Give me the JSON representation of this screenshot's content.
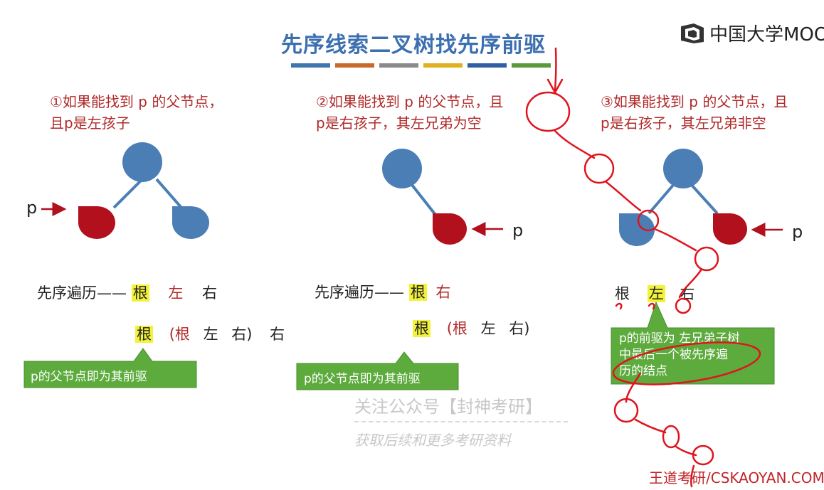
{
  "title": "先序线索二叉树找先序前驱",
  "title_bars": [
    "#3f76ad",
    "#c86a2a",
    "#8a8a8a",
    "#e0b020",
    "#2f5fa0",
    "#5a9a3a"
  ],
  "logo": {
    "icon": "mooc-logo-icon",
    "text": "中国大学MOOC"
  },
  "cases": [
    {
      "line1": "①如果能找到 p 的父节点，",
      "line2": "且p是左孩子",
      "pointer": "p",
      "trav_prefix": "先序遍历——",
      "trav_root": "根",
      "trav_left": "左",
      "trav_right": "右",
      "expand_root": "根",
      "expand_group": [
        "(根",
        "左",
        "右)"
      ],
      "expand_right": "右",
      "callout": "p的父节点即为其前驱"
    },
    {
      "line1": "②如果能找到 p 的父节点，且",
      "line2": "p是右孩子，其左兄弟为空",
      "pointer": "p",
      "trav_prefix": "先序遍历——",
      "trav_root": "根",
      "trav_right": "右",
      "expand_root": "根",
      "expand_group": [
        "(根",
        "左",
        "右)"
      ],
      "callout": "p的父节点即为其前驱"
    },
    {
      "line1": "③如果能找到 p 的父节点，且",
      "line2": "p是右孩子，其左兄弟非空",
      "pointer": "p",
      "trav_root": "根",
      "trav_left": "左",
      "trav_right": "右",
      "callout_lines": [
        "p的前驱为 左兄弟子树",
        "中最后一个被先序遍",
        "历的结点"
      ]
    }
  ],
  "watermark": {
    "line1": "关注公众号【封神考研】",
    "line2": "获取后续和更多考研资料"
  },
  "footer": "王道考研/CSKAOYAN.COM",
  "colors": {
    "node_blue": "#4a7eb5",
    "node_red": "#b1101c",
    "case_text": "#b02a2a",
    "callout_green": "#5cab3c",
    "highlight": "#f2f23a",
    "annotation_red": "#e0141e"
  }
}
